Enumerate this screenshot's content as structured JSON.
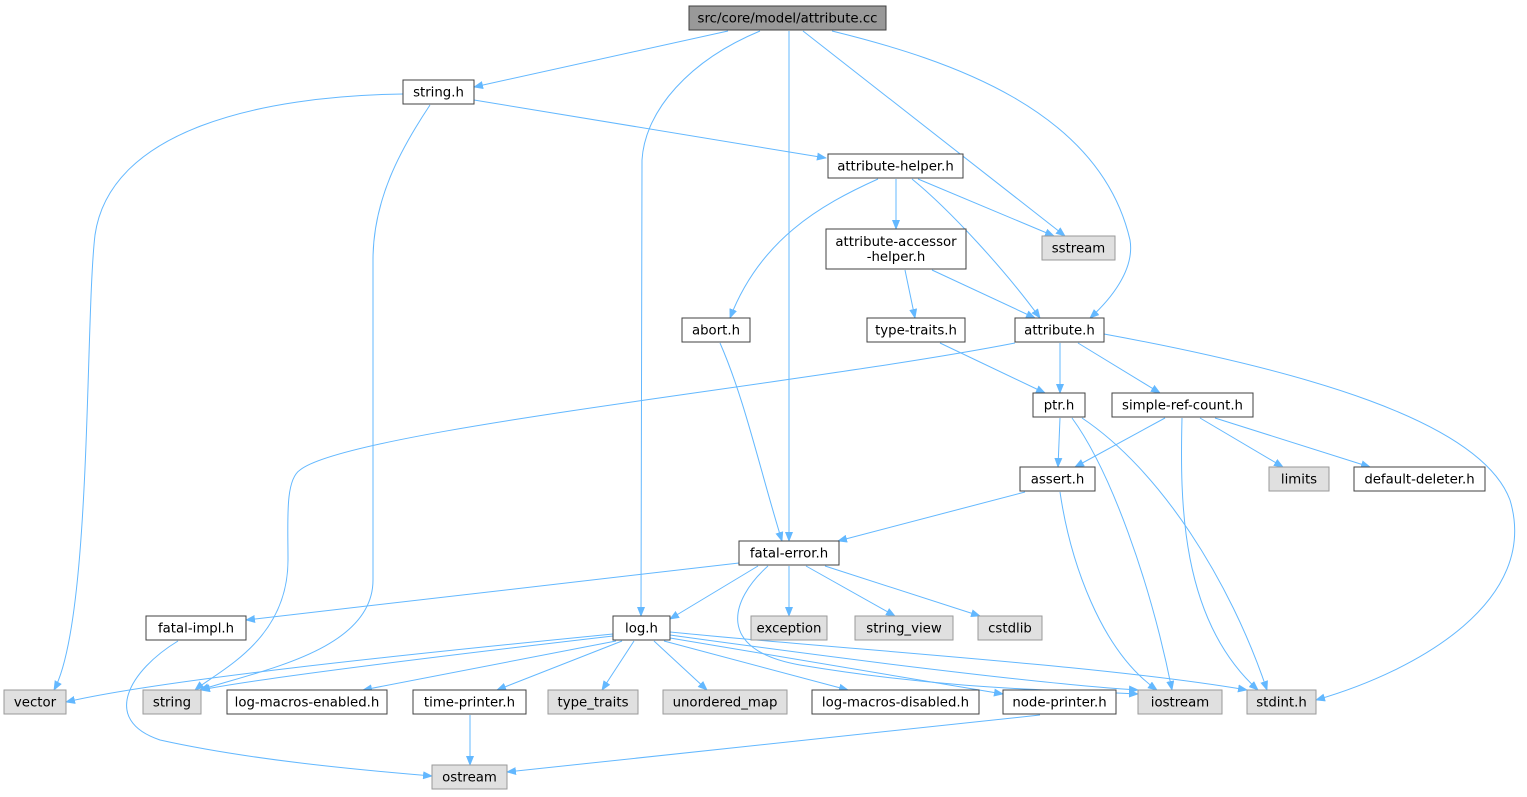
{
  "graph": {
    "title": "src/core/model/attribute.cc",
    "colors": {
      "edge": "#63b8ff",
      "root_fill": "#999999",
      "local_fill": "#ffffff",
      "system_fill": "#e0e0e0"
    },
    "nodes": [
      {
        "id": "attribute_cc",
        "label": "src/core/model/attribute.cc",
        "kind": "root"
      },
      {
        "id": "string_h",
        "label": "string.h",
        "kind": "local"
      },
      {
        "id": "attribute_helper_h",
        "label": "attribute-helper.h",
        "kind": "local"
      },
      {
        "id": "attribute_accessor_helper_h",
        "label": "attribute-accessor\n-helper.h",
        "kind": "local"
      },
      {
        "id": "sstream",
        "label": "sstream",
        "kind": "system"
      },
      {
        "id": "abort_h",
        "label": "abort.h",
        "kind": "local"
      },
      {
        "id": "type_traits_h",
        "label": "type-traits.h",
        "kind": "local"
      },
      {
        "id": "attribute_h",
        "label": "attribute.h",
        "kind": "local"
      },
      {
        "id": "ptr_h",
        "label": "ptr.h",
        "kind": "local"
      },
      {
        "id": "simple_ref_count_h",
        "label": "simple-ref-count.h",
        "kind": "local"
      },
      {
        "id": "assert_h",
        "label": "assert.h",
        "kind": "local"
      },
      {
        "id": "limits",
        "label": "limits",
        "kind": "system"
      },
      {
        "id": "default_deleter_h",
        "label": "default-deleter.h",
        "kind": "local"
      },
      {
        "id": "fatal_error_h",
        "label": "fatal-error.h",
        "kind": "local"
      },
      {
        "id": "fatal_impl_h",
        "label": "fatal-impl.h",
        "kind": "local"
      },
      {
        "id": "log_h",
        "label": "log.h",
        "kind": "local"
      },
      {
        "id": "exception",
        "label": "exception",
        "kind": "system"
      },
      {
        "id": "string_view",
        "label": "string_view",
        "kind": "system"
      },
      {
        "id": "cstdlib",
        "label": "cstdlib",
        "kind": "system"
      },
      {
        "id": "vector",
        "label": "vector",
        "kind": "system"
      },
      {
        "id": "string",
        "label": "string",
        "kind": "system"
      },
      {
        "id": "log_macros_enabled_h",
        "label": "log-macros-enabled.h",
        "kind": "local"
      },
      {
        "id": "time_printer_h",
        "label": "time-printer.h",
        "kind": "local"
      },
      {
        "id": "type_traits",
        "label": "type_traits",
        "kind": "system"
      },
      {
        "id": "unordered_map",
        "label": "unordered_map",
        "kind": "system"
      },
      {
        "id": "log_macros_disabled_h",
        "label": "log-macros-disabled.h",
        "kind": "local"
      },
      {
        "id": "node_printer_h",
        "label": "node-printer.h",
        "kind": "local"
      },
      {
        "id": "iostream",
        "label": "iostream",
        "kind": "system"
      },
      {
        "id": "stdint_h",
        "label": "stdint.h",
        "kind": "system"
      },
      {
        "id": "ostream",
        "label": "ostream",
        "kind": "system"
      }
    ],
    "edges": [
      {
        "from": "attribute_cc",
        "to": "string_h"
      },
      {
        "from": "attribute_cc",
        "to": "fatal_error_h"
      },
      {
        "from": "attribute_cc",
        "to": "log_h"
      },
      {
        "from": "attribute_cc",
        "to": "sstream"
      },
      {
        "from": "attribute_cc",
        "to": "attribute_h"
      },
      {
        "from": "string_h",
        "to": "attribute_helper_h"
      },
      {
        "from": "string_h",
        "to": "vector"
      },
      {
        "from": "string_h",
        "to": "string"
      },
      {
        "from": "attribute_helper_h",
        "to": "attribute_accessor_helper_h"
      },
      {
        "from": "attribute_helper_h",
        "to": "sstream"
      },
      {
        "from": "attribute_helper_h",
        "to": "abort_h"
      },
      {
        "from": "attribute_helper_h",
        "to": "attribute_h"
      },
      {
        "from": "attribute_accessor_helper_h",
        "to": "type_traits_h"
      },
      {
        "from": "attribute_accessor_helper_h",
        "to": "attribute_h"
      },
      {
        "from": "type_traits_h",
        "to": "ptr_h"
      },
      {
        "from": "abort_h",
        "to": "fatal_error_h"
      },
      {
        "from": "attribute_h",
        "to": "ptr_h"
      },
      {
        "from": "attribute_h",
        "to": "simple_ref_count_h"
      },
      {
        "from": "attribute_h",
        "to": "string"
      },
      {
        "from": "attribute_h",
        "to": "stdint_h"
      },
      {
        "from": "ptr_h",
        "to": "assert_h"
      },
      {
        "from": "ptr_h",
        "to": "iostream"
      },
      {
        "from": "ptr_h",
        "to": "stdint_h"
      },
      {
        "from": "simple_ref_count_h",
        "to": "assert_h"
      },
      {
        "from": "simple_ref_count_h",
        "to": "limits"
      },
      {
        "from": "simple_ref_count_h",
        "to": "default_deleter_h"
      },
      {
        "from": "simple_ref_count_h",
        "to": "stdint_h"
      },
      {
        "from": "assert_h",
        "to": "fatal_error_h"
      },
      {
        "from": "assert_h",
        "to": "iostream"
      },
      {
        "from": "fatal_error_h",
        "to": "fatal_impl_h"
      },
      {
        "from": "fatal_error_h",
        "to": "log_h"
      },
      {
        "from": "fatal_error_h",
        "to": "exception"
      },
      {
        "from": "fatal_error_h",
        "to": "string_view"
      },
      {
        "from": "fatal_error_h",
        "to": "cstdlib"
      },
      {
        "from": "fatal_error_h",
        "to": "iostream"
      },
      {
        "from": "fatal_impl_h",
        "to": "ostream"
      },
      {
        "from": "log_h",
        "to": "vector"
      },
      {
        "from": "log_h",
        "to": "string"
      },
      {
        "from": "log_h",
        "to": "log_macros_enabled_h"
      },
      {
        "from": "log_h",
        "to": "time_printer_h"
      },
      {
        "from": "log_h",
        "to": "type_traits"
      },
      {
        "from": "log_h",
        "to": "unordered_map"
      },
      {
        "from": "log_h",
        "to": "log_macros_disabled_h"
      },
      {
        "from": "log_h",
        "to": "node_printer_h"
      },
      {
        "from": "log_h",
        "to": "iostream"
      },
      {
        "from": "log_h",
        "to": "stdint_h"
      },
      {
        "from": "time_printer_h",
        "to": "ostream"
      },
      {
        "from": "node_printer_h",
        "to": "ostream"
      }
    ]
  }
}
